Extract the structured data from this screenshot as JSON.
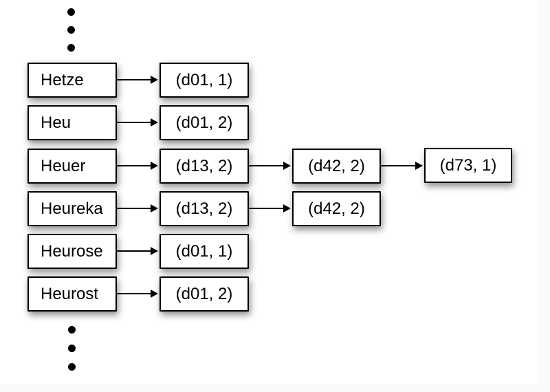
{
  "diagram": {
    "rows": [
      {
        "term": "Hetze",
        "postings": [
          "(d01, 1)"
        ]
      },
      {
        "term": "Heu",
        "postings": [
          "(d01, 2)"
        ]
      },
      {
        "term": "Heuer",
        "postings": [
          "(d13, 2)",
          "(d42, 2)",
          "(d73, 1)"
        ]
      },
      {
        "term": "Heureka",
        "postings": [
          "(d13, 2)",
          "(d42, 2)"
        ]
      },
      {
        "term": "Heurose",
        "postings": [
          "(d01, 1)"
        ]
      },
      {
        "term": "Heurost",
        "postings": [
          "(d01, 2)"
        ]
      }
    ],
    "colors": {
      "page_background": "#fafafa",
      "panel_background": "#ffffff",
      "box_border": "#000000",
      "box_background": "#ffffff",
      "text": "#000000",
      "arrow": "#000000",
      "dot": "#000000"
    }
  }
}
